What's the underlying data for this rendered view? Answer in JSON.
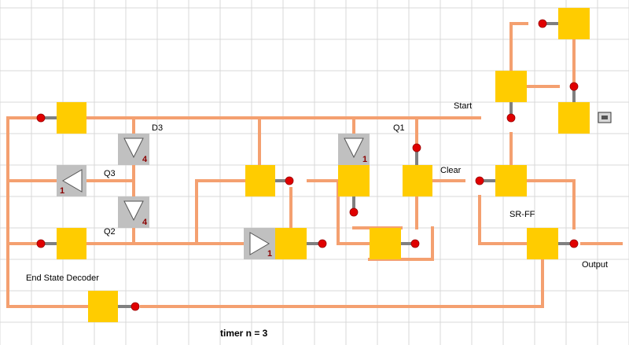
{
  "colors": {
    "grid": "#d9d9d9",
    "wire": "#f4a070",
    "gate": "#ffcc00",
    "delay_bg": "#c0c0c0",
    "port": "#e00000",
    "port_stem": "#808080"
  },
  "labels": {
    "start": "Start",
    "clear": "Clear",
    "q1": "Q1",
    "q2": "Q2",
    "q3": "Q3",
    "d3": "D3",
    "sr_ff": "SR-FF",
    "output": "Output",
    "end_state_decoder": "End State Decoder",
    "title": "timer  n = 3"
  },
  "delays": {
    "d3": "4",
    "q3": "1",
    "q2": "4",
    "bottom_mid": "1",
    "q1": "1"
  },
  "icons": {
    "switch": "toggle-switch-icon"
  }
}
